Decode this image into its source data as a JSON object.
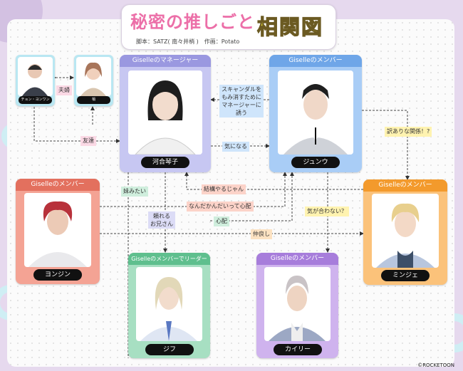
{
  "header": {
    "title": "秘密の推しごと",
    "subtitle": "相関図",
    "credit": "脚本：SATZ( 南々井梢 )　作画：Potato"
  },
  "characters": {
    "manager": {
      "role": "Giselleのマネージャー",
      "name": "河合琴子"
    },
    "junwoo": {
      "role": "Giselleのメンバー",
      "name": "ジュンウ"
    },
    "yongjin": {
      "role": "Giselleのメンバー",
      "name": "ヨンジン"
    },
    "minje": {
      "role": "Giselleのメンバー",
      "name": "ミンジェ"
    },
    "jifu": {
      "role": "Giselleのメンバーでリーダー",
      "name": "ジフ"
    },
    "kairi": {
      "role": "Giselleのメンバー",
      "name": "カイリー"
    },
    "husband": {
      "name": "チョン・ヨンワン"
    },
    "wife": {
      "name": "梢"
    }
  },
  "relations": {
    "couple": "夫婦",
    "friend": "友達",
    "scandal": "スキャンダルを\nもみ消すために\nマネージャーに\n誘う",
    "curious": "気になる",
    "complicated": "訳ありな関係！?",
    "good_match": "結構やるじゃん",
    "worried": "なんだかんだいって心配",
    "sister": "妹みたい",
    "brother": "頼れる\nお兄さん",
    "concern": "心配",
    "mismatch": "気が合わない？",
    "close": "仲良し"
  },
  "copyright": "©ROCKETOON",
  "colors": {
    "manager": "#c7c7f2",
    "junwoo": "#a9cdf6",
    "yongjin": "#f4a394",
    "minje": "#fbc27a",
    "jifu": "#a7dfc2",
    "kairi": "#cfb3ee",
    "pink_title": "#ec6fa8"
  }
}
